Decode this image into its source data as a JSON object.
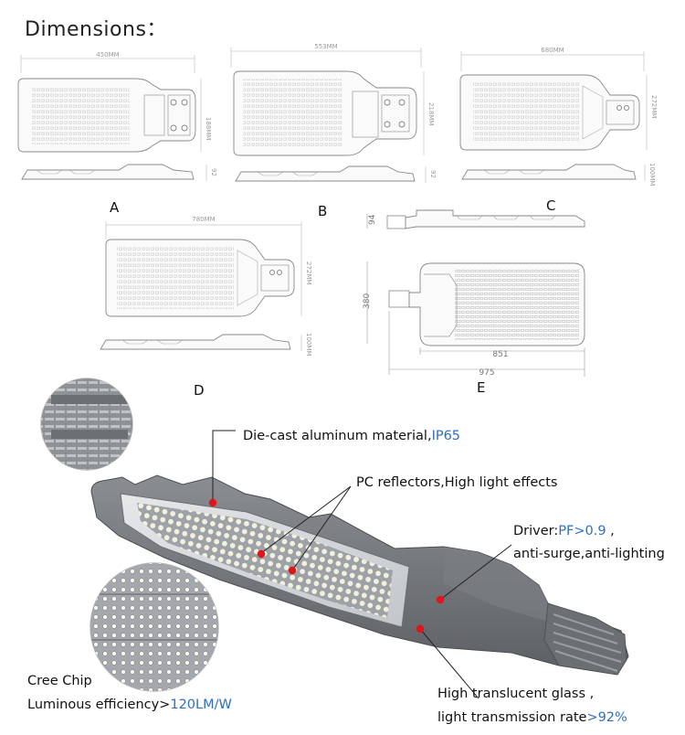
{
  "heading": "Dimensions：",
  "models": [
    {
      "id": "A",
      "length_label": "450MM",
      "width_label": "188MM",
      "height_label": "92"
    },
    {
      "id": "B",
      "length_label": "553MM",
      "width_label": "218MM",
      "height_label": "92"
    },
    {
      "id": "C",
      "length_label": "680MM",
      "width_label": "272MM",
      "height_label": "100MM"
    },
    {
      "id": "D",
      "length_label": "780MM",
      "width_label": "272MM",
      "height_label": "100MM"
    },
    {
      "id": "E",
      "height_label": "94",
      "width_label": "380",
      "body_length": "851",
      "overall_length": "975"
    }
  ],
  "callouts": {
    "housing": {
      "text": "Die-cast aluminum material,",
      "highlight": "IP65"
    },
    "reflectors": {
      "text": "PC reflectors,High light effects"
    },
    "driver": {
      "line1": "Driver:",
      "line1_highlight": "PF>0.9",
      "line1_suffix": " ,",
      "line2": "anti-surge,anti-lighting"
    },
    "chip": {
      "line1": "Cree Chip",
      "line2": "Luminous efficiency>",
      "line2_highlight": "120LM/W"
    },
    "glass": {
      "line1": "High translucent glass ,",
      "line2": "light transmission rate",
      "line2_highlight": ">92%"
    }
  },
  "colors": {
    "highlight": "#2e6fc2",
    "marker": "#e0141b",
    "housing": "#6f7276"
  }
}
